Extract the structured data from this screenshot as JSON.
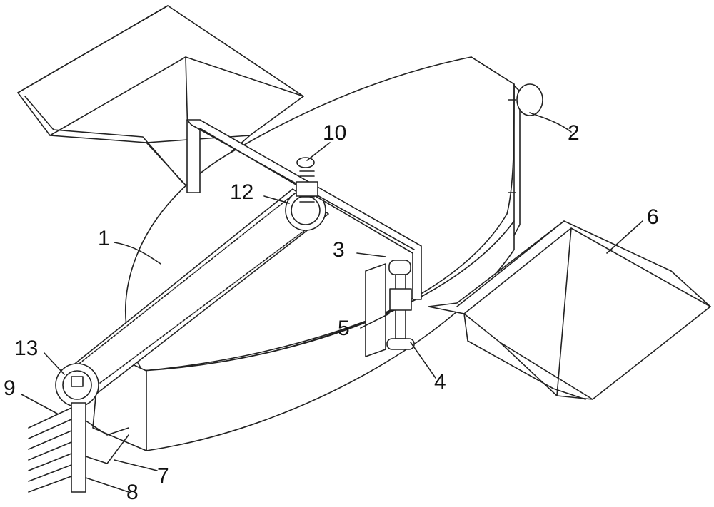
{
  "labels": {
    "l1": "1",
    "l2": "2",
    "l3": "3",
    "l4": "4",
    "l5": "5",
    "l6": "6",
    "l7": "7",
    "l8": "8",
    "l9": "9",
    "l10": "10",
    "l12": "12",
    "l13": "13"
  }
}
